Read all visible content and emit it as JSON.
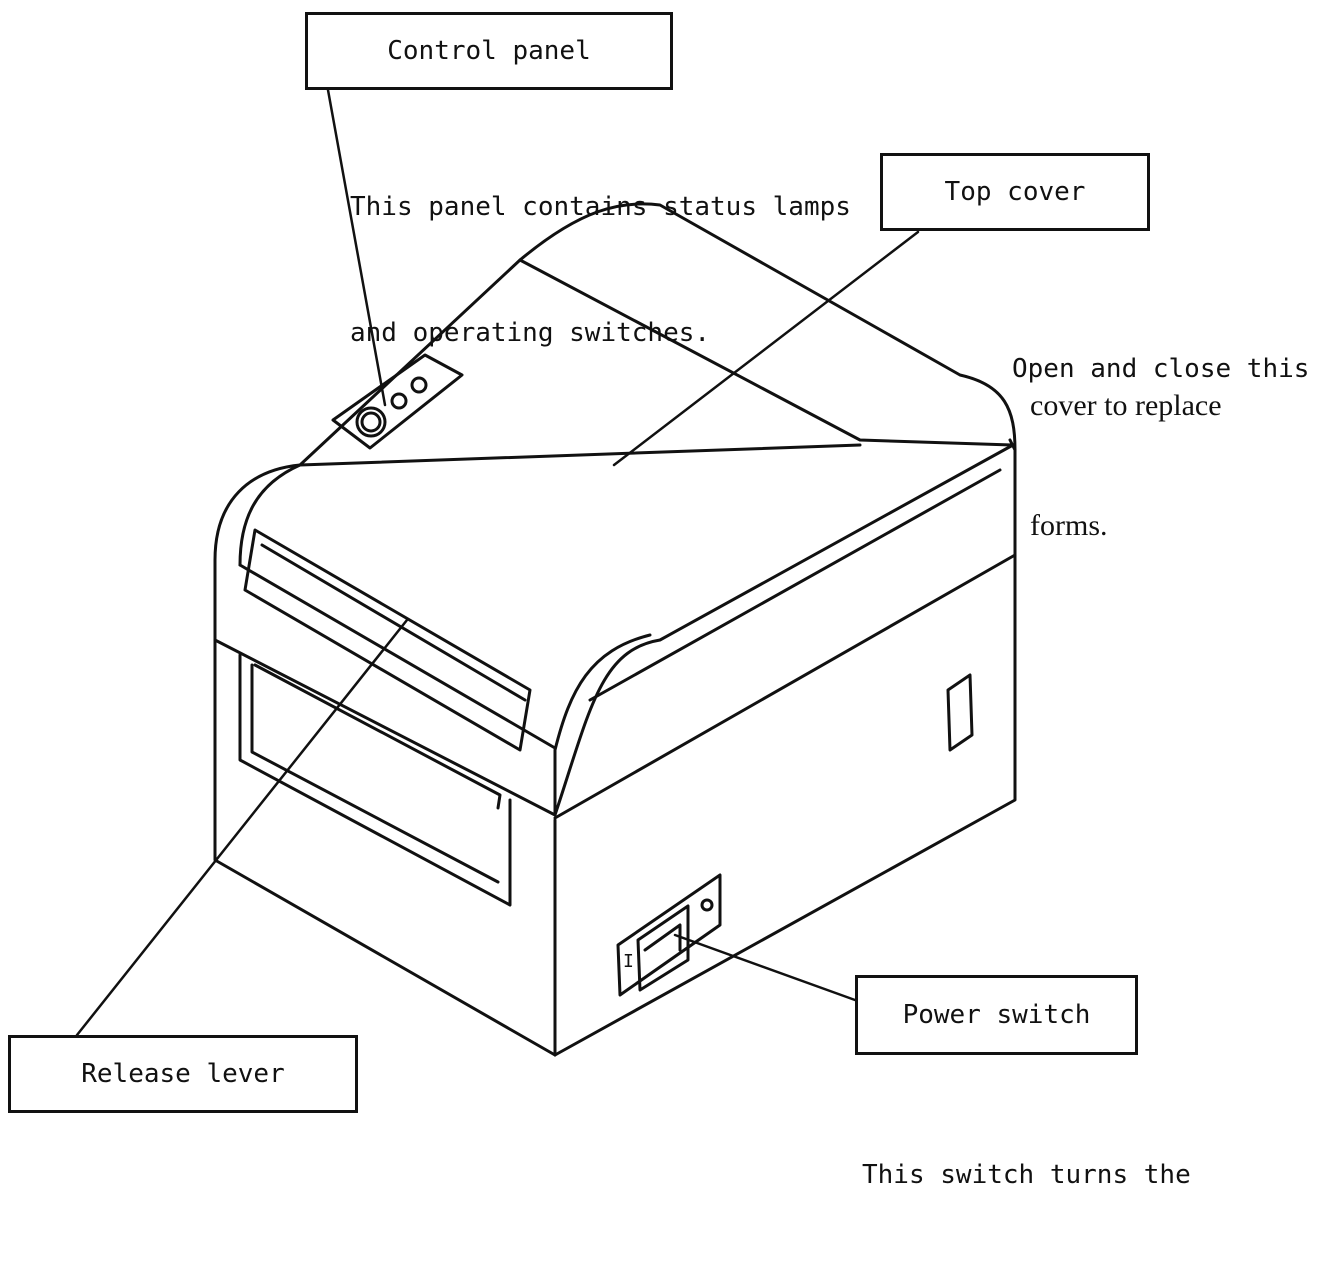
{
  "labels": {
    "control_panel": {
      "title": "Control panel",
      "desc_line1": "This panel contains status lamps",
      "desc_line2": "and operating switches."
    },
    "top_cover": {
      "title": "Top cover",
      "desc_line1": "Open and close this",
      "desc_line2": "cover to replace",
      "desc_line3": "forms."
    },
    "release_lever": {
      "title": "Release lever"
    },
    "power_switch": {
      "title": "Power switch",
      "desc_line1": "This switch turns the"
    }
  },
  "switch_marks": {
    "on": "I"
  },
  "colors": {
    "ink": "#111111",
    "paper": "#ffffff"
  }
}
